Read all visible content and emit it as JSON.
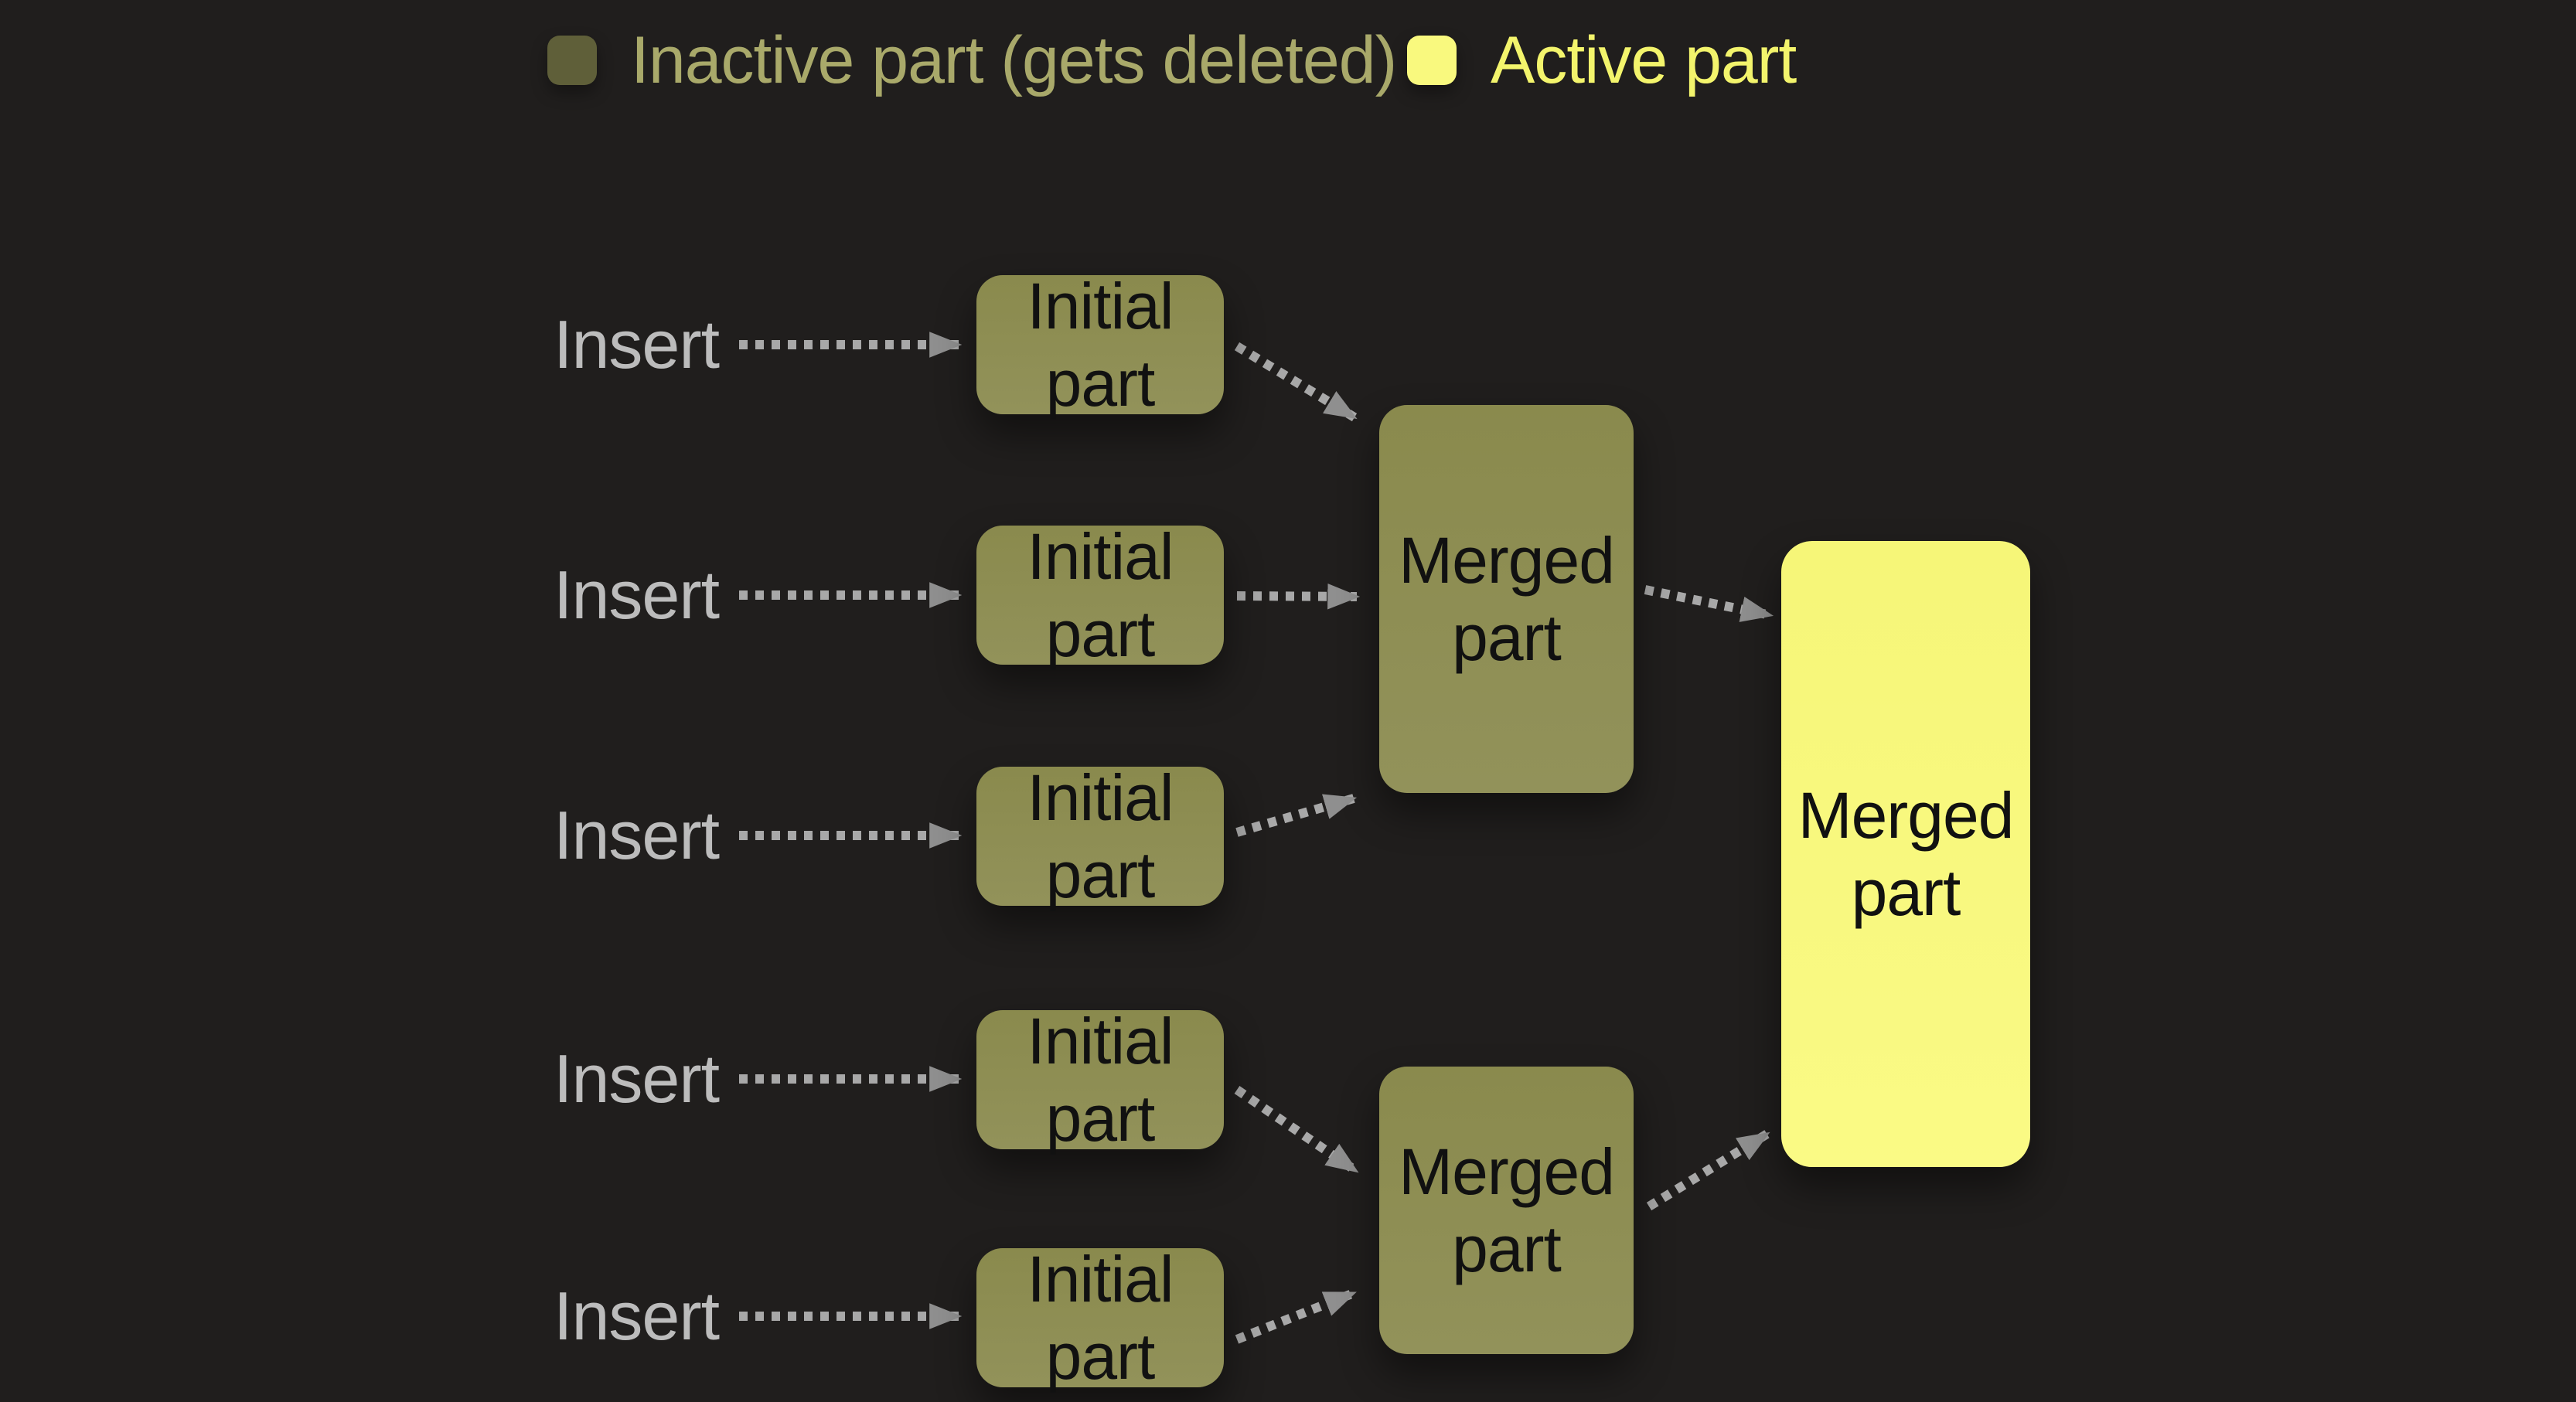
{
  "page": {
    "background_color": "#201e1d",
    "description": "Diagram of parts being merged: inserts create initial parts, which merge into merged parts, and finally into one active merged part"
  },
  "legend": {
    "items": [
      {
        "id": "inactive",
        "label": "Inactive part (gets deleted)",
        "swatch_color": "#5f5f39",
        "label_color": "#a9a96a"
      },
      {
        "id": "active",
        "label": "Active part",
        "swatch_color": "#f9f97e",
        "label_color": "#f3f46c"
      }
    ]
  },
  "diagram": {
    "insert_labels": [
      {
        "label": "Insert"
      },
      {
        "label": "Insert"
      },
      {
        "label": "Insert"
      },
      {
        "label": "Insert"
      },
      {
        "label": "Insert"
      }
    ],
    "initial_parts": [
      {
        "label": "Initial part",
        "state": "inactive"
      },
      {
        "label": "Initial part",
        "state": "inactive"
      },
      {
        "label": "Initial part",
        "state": "inactive"
      },
      {
        "label": "Initial part",
        "state": "inactive"
      },
      {
        "label": "Initial part",
        "state": "inactive"
      }
    ],
    "merged_parts": [
      {
        "label": "Merged part",
        "state": "inactive"
      },
      {
        "label": "Merged part",
        "state": "inactive"
      }
    ],
    "final_merged_part": {
      "label": "Merged part",
      "state": "active"
    },
    "colors": {
      "inactive_part": "#8e8e51",
      "active_part": "#f8f87d",
      "part_text": "#111111",
      "insert_text": "#bcbcbc",
      "arrow_dash": "#a8a8a8",
      "arrow_head": "#8f8f8f"
    }
  }
}
